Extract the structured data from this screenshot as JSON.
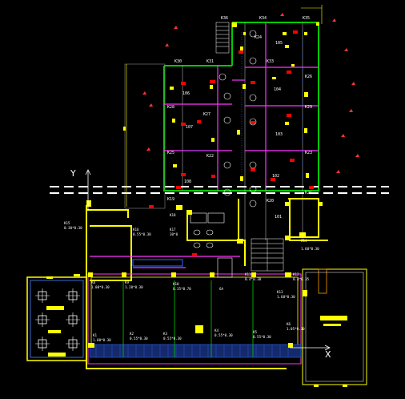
{
  "drawing": {
    "axes": {
      "x_label": "X",
      "y_label": "Y"
    },
    "columns_top": [
      {
        "id": "K36",
        "label": "K36"
      },
      {
        "id": "K34",
        "label": "K34"
      },
      {
        "id": "K35",
        "label": "K35"
      },
      {
        "id": "K30",
        "label": "K30"
      },
      {
        "id": "K31",
        "label": "K31"
      },
      {
        "id": "K33",
        "label": "K33"
      },
      {
        "id": "K28",
        "label": "K28"
      },
      {
        "id": "K27",
        "label": "K27"
      },
      {
        "id": "K29",
        "label": "K29"
      },
      {
        "id": "K26",
        "label": "K26"
      },
      {
        "id": "K25",
        "label": "K25"
      },
      {
        "id": "K22",
        "label": "K22"
      },
      {
        "id": "K23",
        "label": "K23"
      },
      {
        "id": "K20",
        "label": "K20"
      },
      {
        "id": "K21",
        "label": "K21"
      },
      {
        "id": "K19",
        "label": "K19"
      },
      {
        "id": "K24",
        "label": "K24"
      }
    ],
    "rooms": [
      {
        "id": "r105",
        "label": "105"
      },
      {
        "id": "r104",
        "label": "104"
      },
      {
        "id": "r106",
        "label": "106"
      },
      {
        "id": "r107",
        "label": "107"
      },
      {
        "id": "r103",
        "label": "103"
      },
      {
        "id": "r102",
        "label": "102"
      },
      {
        "id": "r108",
        "label": "108"
      },
      {
        "id": "r101",
        "label": "101"
      }
    ],
    "lower_columns": [
      {
        "id": "K15",
        "name": "K15",
        "dim": "0.30*0.30"
      },
      {
        "id": "K16",
        "name": "K16",
        "dim": "0.55*0.30"
      },
      {
        "id": "K17",
        "name": "K17",
        "dim": "30*0"
      },
      {
        "id": "K18",
        "name": "K18",
        "dim": ""
      },
      {
        "id": "K14",
        "name": "K14",
        "dim": "1.60*0.30"
      },
      {
        "id": "K12",
        "name": "K12",
        "dim": "0.4*0.35"
      },
      {
        "id": "K13",
        "name": "K13",
        "dim": "1.60*0.30"
      },
      {
        "id": "K11",
        "name": "K11",
        "dim": "0.4*0.30"
      },
      {
        "id": "K8",
        "name": "K8",
        "dim": "1.00*0.30"
      },
      {
        "id": "K9",
        "name": "K9",
        "dim": "1.20*0.30"
      },
      {
        "id": "K10",
        "name": "K10",
        "dim": "0.35*0.70"
      },
      {
        "id": "K6A",
        "name": "6A",
        "dim": ""
      },
      {
        "id": "K6",
        "name": "K6",
        "dim": "1.05*0.30"
      },
      {
        "id": "K1",
        "name": "K1",
        "dim": "1.00*0.30"
      },
      {
        "id": "K2",
        "name": "K2",
        "dim": "0.55*0.30"
      },
      {
        "id": "K3",
        "name": "K3",
        "dim": "0.55*0.30"
      },
      {
        "id": "K4",
        "name": "K4",
        "dim": "0.55*0.30"
      },
      {
        "id": "K5",
        "name": "K5",
        "dim": "0.55*0.30"
      }
    ],
    "colors": {
      "background": "#000000",
      "wall": "#ffff00",
      "grid_line": "#ffffff",
      "room_boundary": "#00cc00",
      "beam": "#ff33ff",
      "column_marker": "#ff0000",
      "hatch": "#3333cc",
      "annotation": "#ffffff"
    }
  }
}
